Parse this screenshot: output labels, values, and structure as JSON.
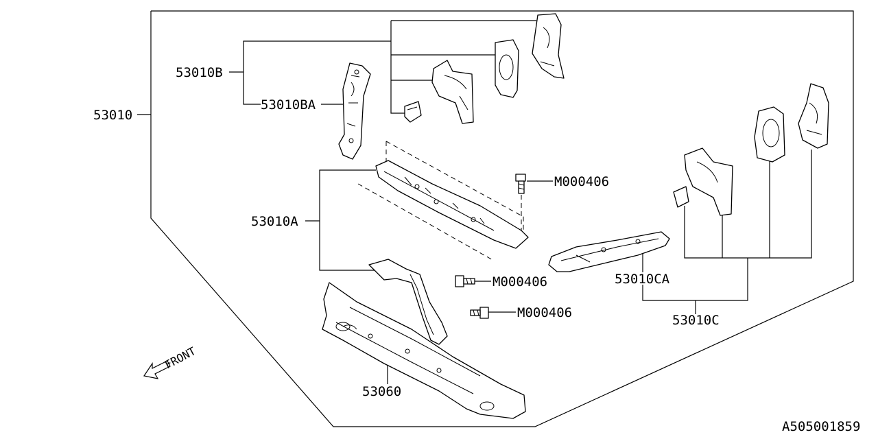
{
  "labels": {
    "assembly": "53010",
    "b": "53010B",
    "ba": "53010BA",
    "a": "53010A",
    "bolt_top": "M000406",
    "bolt_mid": "M000406",
    "bolt_low": "M000406",
    "ca": "53010CA",
    "c": "53010C",
    "lower": "53060",
    "front": "FRONT",
    "diagram_id": "A505001859"
  }
}
